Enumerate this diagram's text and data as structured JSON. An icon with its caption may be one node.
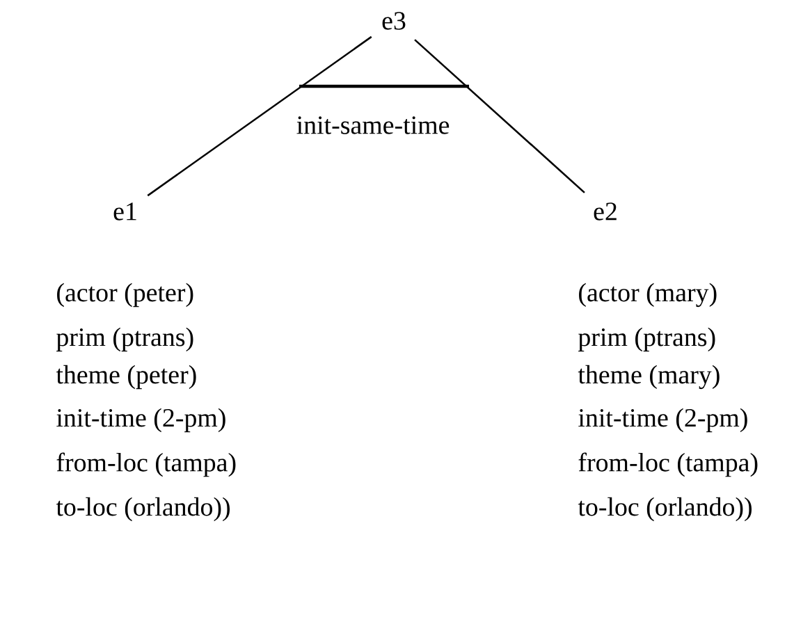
{
  "diagram": {
    "nodes": [
      {
        "text": [
          "e3"
        ]
      },
      {
        "text": [
          "e1"
        ],
        "beside": [
          "(actor (peter)",
          "prim (ptrans)",
          "theme (peter)",
          "init-time (2-pm)",
          "from-loc (tampa)",
          "to-loc (orlando))"
        ]
      },
      {
        "text": [
          "e2"
        ],
        "beside": [
          "(actor (mary)",
          "prim (ptrans)",
          "theme (mary)",
          "init-time (2-pm)",
          "from-loc (tampa)",
          "to-loc (orlando))"
        ]
      }
    ],
    "edges": [
      {
        "from": 0,
        "to": 1,
        "arrow": "none"
      },
      {
        "from": 0,
        "to": 2,
        "arrow": "none"
      }
    ],
    "labels": [
      "init-same-time"
    ]
  }
}
